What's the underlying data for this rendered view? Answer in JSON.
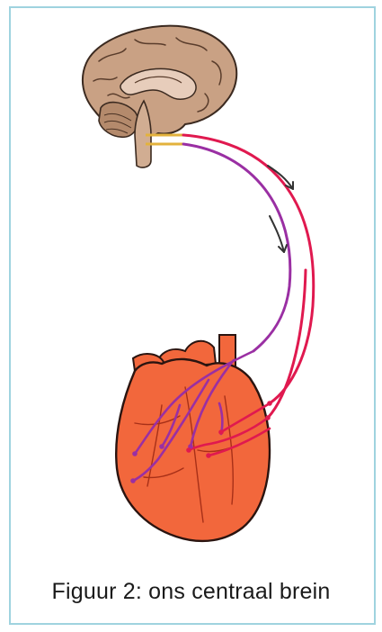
{
  "figure": {
    "caption": "Figuur 2: ons centraal brein",
    "colors": {
      "frame": "#9fd3df",
      "brain": "#c9a184",
      "brain_outline": "#3b2a20",
      "heart": "#f2673c",
      "heart_outline": "#2a1410",
      "nerve_red": "#e0194f",
      "nerve_purple": "#9a2fa3",
      "connector": "#e3b23c"
    },
    "icons": [
      "brain-illustration",
      "heart-illustration",
      "direction-arrow-icon"
    ]
  }
}
